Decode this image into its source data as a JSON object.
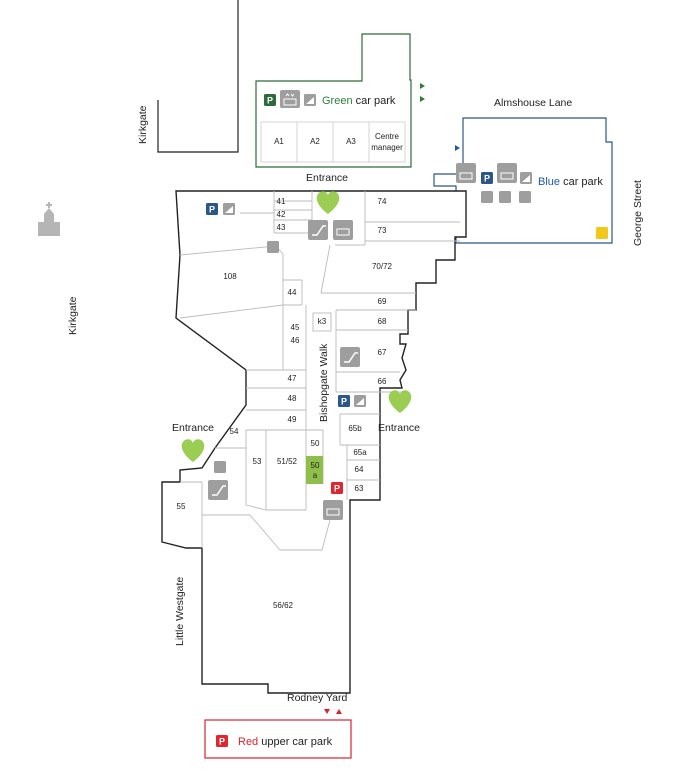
{
  "streets": {
    "kirkgate_top": "Kirkgate",
    "kirkgate_left": "Kirkgate",
    "almshouse_lane": "Almshouse Lane",
    "george_street": "George Street",
    "little_westgate": "Little Westgate",
    "rodney_yard": "Rodney Yard",
    "bishopgate_walk": "Bishopgate Walk"
  },
  "entrances": {
    "top": "Entrance",
    "left": "Entrance",
    "right": "Entrance"
  },
  "car_parks": {
    "green": {
      "color_word": "Green",
      "suffix": " car park",
      "color": "#2e7d3a"
    },
    "blue": {
      "color_word": "Blue",
      "suffix": " car park",
      "color": "#1f5aa6"
    },
    "red": {
      "color_word": "Red",
      "suffix": " upper car park",
      "color": "#d9232e"
    }
  },
  "green_car_park_bays": [
    "A1",
    "A2",
    "A3",
    "Centre",
    "manager"
  ],
  "units": {
    "u41": "41",
    "u42": "42",
    "u43": "43",
    "u74": "74",
    "u73": "73",
    "u108": "108",
    "u7072": "70/72",
    "u44": "44",
    "u69": "69",
    "u45": "45",
    "u46": "46",
    "uk3": "k3",
    "u68": "68",
    "u67": "67",
    "u66": "66",
    "u47": "47",
    "u48": "48",
    "u49": "49",
    "u65b": "65b",
    "u54": "54",
    "u50": "50",
    "u65a": "65a",
    "u53": "53",
    "u5152": "51/52",
    "u50a_1": "50",
    "u50a_2": "a",
    "u64": "64",
    "u63": "63",
    "u55": "55",
    "u5662": "56/62"
  },
  "icon_letters": {
    "parking": "P"
  },
  "colors": {
    "green_parking": "#2e6b3a",
    "blue_parking": "#2b5688",
    "red_parking": "#e0262f",
    "icon_grey": "#9e9e9e",
    "entrance_heart": "#9acd52",
    "unit_50a_fill": "#8dbf4a",
    "disabled_yellow": "#f2c81b"
  }
}
